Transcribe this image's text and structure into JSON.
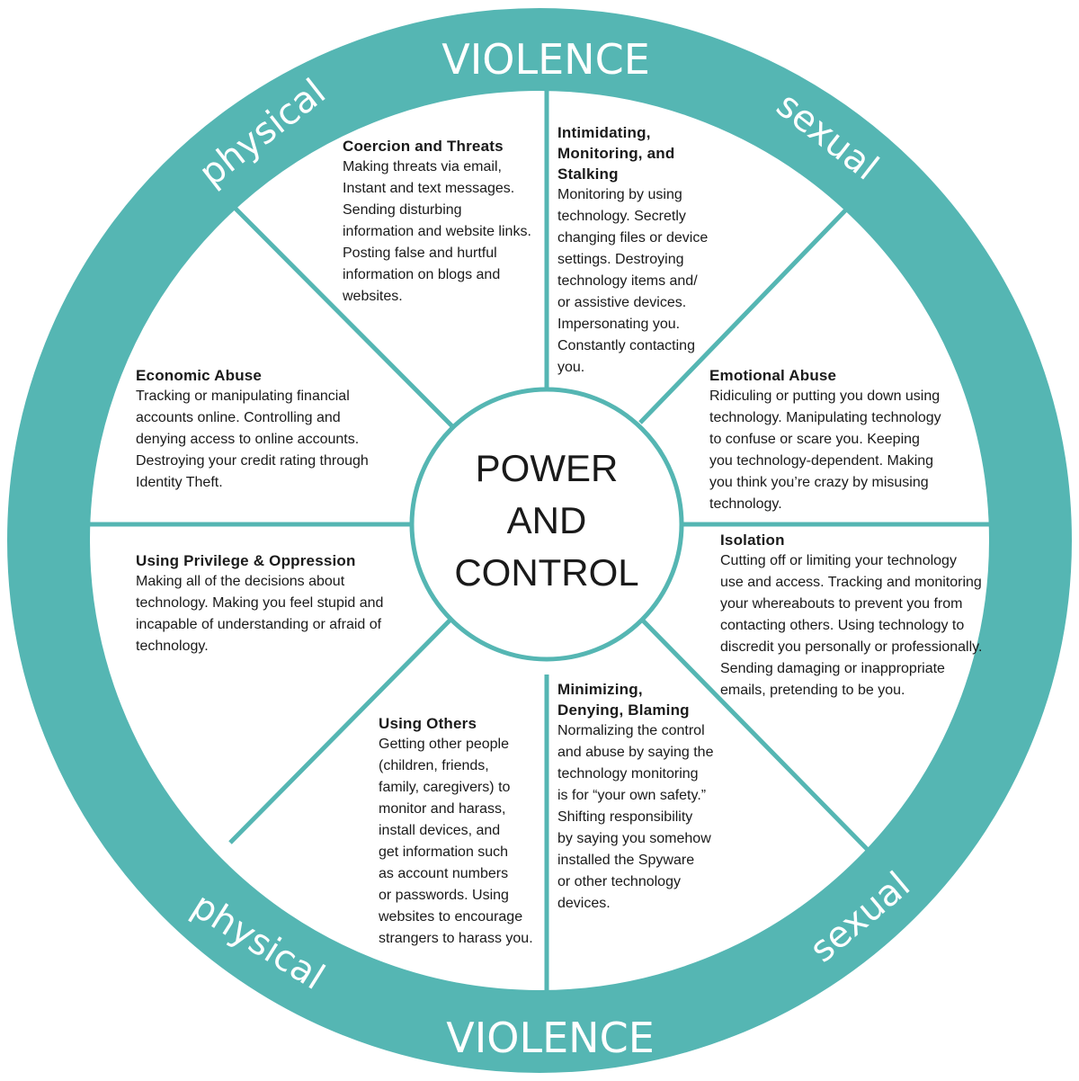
{
  "colors": {
    "rim": "#55b6b3",
    "spoke": "#55b6b3",
    "text": "#1a1a1a",
    "rim_text": "#ffffff"
  },
  "rim": {
    "top": "VIOLENCE",
    "bottom": "VIOLENCE",
    "upper_left": "physical",
    "lower_left": "physical",
    "upper_right": "sexual",
    "lower_right": "sexual"
  },
  "center": {
    "line1": "POWER",
    "line2": "AND",
    "line3": "CONTROL"
  },
  "segments": {
    "coercion": {
      "title": "Coercion and Threats",
      "body": "Making threats via email,\nInstant and text messages.\nSending disturbing\ninformation and website links.\nPosting false and hurtful\ninformation on blogs and\nwebsites."
    },
    "intimidating": {
      "title": "Intimidating,\nMonitoring, and\nStalking",
      "body": "Monitoring by using\ntechnology. Secretly\nchanging files or device\nsettings. Destroying\ntechnology items and/\nor assistive devices.\nImpersonating you.\nConstantly contacting\nyou."
    },
    "emotional": {
      "title": "Emotional Abuse",
      "body": "Ridiculing or putting you down using\ntechnology. Manipulating technology\nto confuse or scare you. Keeping\nyou technology-dependent. Making\nyou think you’re crazy by misusing\ntechnology."
    },
    "isolation": {
      "title": "Isolation",
      "body": "Cutting off or limiting your technology\nuse and access. Tracking and monitoring\nyour whereabouts to prevent you from\ncontacting others. Using technology to\ndiscredit you personally or professionally.\nSending damaging or inappropriate\nemails, pretending to be you."
    },
    "minimizing": {
      "title": "Minimizing,\nDenying, Blaming",
      "body": "Normalizing the control\nand abuse by saying the\ntechnology monitoring\nis for “your own safety.”\nShifting responsibility\nby saying you somehow\ninstalled the Spyware\nor other technology\ndevices."
    },
    "using_others": {
      "title": "Using Others",
      "body": "Getting other people\n(children, friends,\nfamily, caregivers) to\nmonitor and harass,\ninstall devices, and\nget information such\nas account numbers\nor passwords.  Using\nwebsites to encourage\nstrangers to harass you."
    },
    "privilege": {
      "title": "Using Privilege & Oppression",
      "body": "Making all of the decisions about\ntechnology. Making you feel stupid and\nincapable of understanding or afraid of\ntechnology."
    },
    "economic": {
      "title": "Economic Abuse",
      "body": "Tracking or manipulating financial\naccounts online. Controlling and\ndenying access to online accounts.\nDestroying your credit rating through\nIdentity Theft."
    }
  }
}
